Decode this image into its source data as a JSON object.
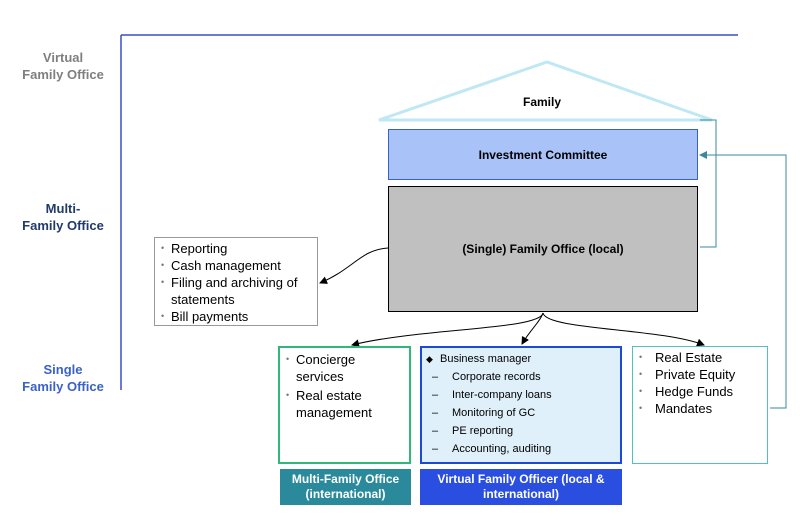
{
  "side_labels": {
    "virtual": [
      "Virtual",
      "Family Office"
    ],
    "multi": [
      "Multi-",
      "Family Office"
    ],
    "single": [
      "Single",
      "Family Office"
    ]
  },
  "family": "Family",
  "investment_committee": "Investment Committee",
  "single_family_office": "(Single) Family Office (local)",
  "left_services": [
    "Reporting",
    "Cash management",
    "Filing and archiving of statements",
    "Bill payments"
  ],
  "concierge_box": [
    "Concierge services",
    "Real estate management"
  ],
  "virtual_box": {
    "heading": "Business manager",
    "items": [
      "Corporate records",
      "Inter-company loans",
      "Monitoring of GC",
      "PE reporting",
      "Accounting, auditing"
    ]
  },
  "assets_box": [
    "Real Estate",
    "Private Equity",
    "Hedge Funds",
    "Mandates"
  ],
  "footers": {
    "multi": "Multi-Family Office (international)",
    "virtual": "Virtual Family Officer (local & international)"
  },
  "colors": {
    "axis": "#3a4fc4",
    "virtual_label": "#7f7f7f",
    "multi_label": "#1f3a6b",
    "single_label": "#3a62c4",
    "investment_fill": "#a9c2f7",
    "investment_border": "#3a62c4",
    "sfo_fill": "#c0c0c0",
    "green_border": "#2fb87a",
    "blue_border": "#1a4ad6",
    "teal_border": "#52c0c0",
    "footer_teal": "#2a8a9c",
    "footer_blue": "#2a4fe0",
    "connector": "#3a8a9c"
  }
}
